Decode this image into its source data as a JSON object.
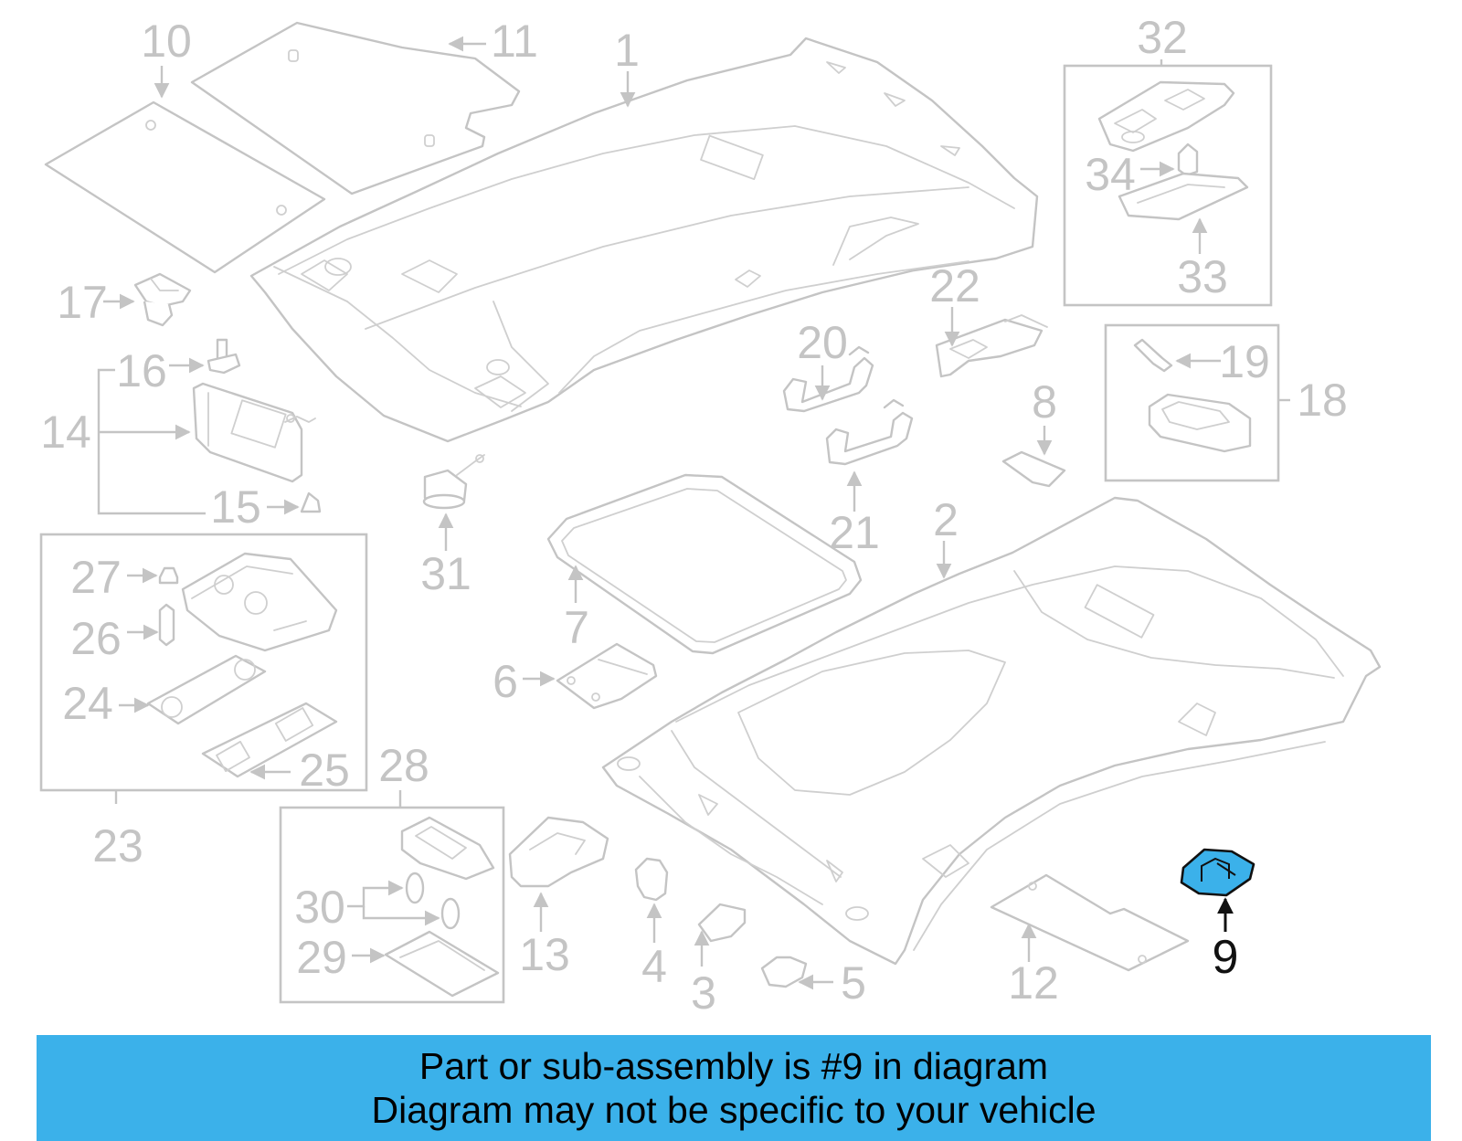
{
  "diagram": {
    "callouts": [
      "1",
      "2",
      "3",
      "4",
      "5",
      "6",
      "7",
      "8",
      "9",
      "10",
      "11",
      "12",
      "13",
      "14",
      "15",
      "16",
      "17",
      "18",
      "19",
      "20",
      "21",
      "22",
      "23",
      "24",
      "25",
      "26",
      "27",
      "28",
      "29",
      "30",
      "31",
      "32",
      "33",
      "34"
    ],
    "highlighted_callout": "9",
    "highlight_color": "#3bb1ea",
    "line_color": "#c4c4c4"
  },
  "banner": {
    "line1": "Part or sub-assembly is #9 in diagram",
    "line2": "Diagram may not be specific to your vehicle",
    "background_color": "#3bb1ea"
  }
}
